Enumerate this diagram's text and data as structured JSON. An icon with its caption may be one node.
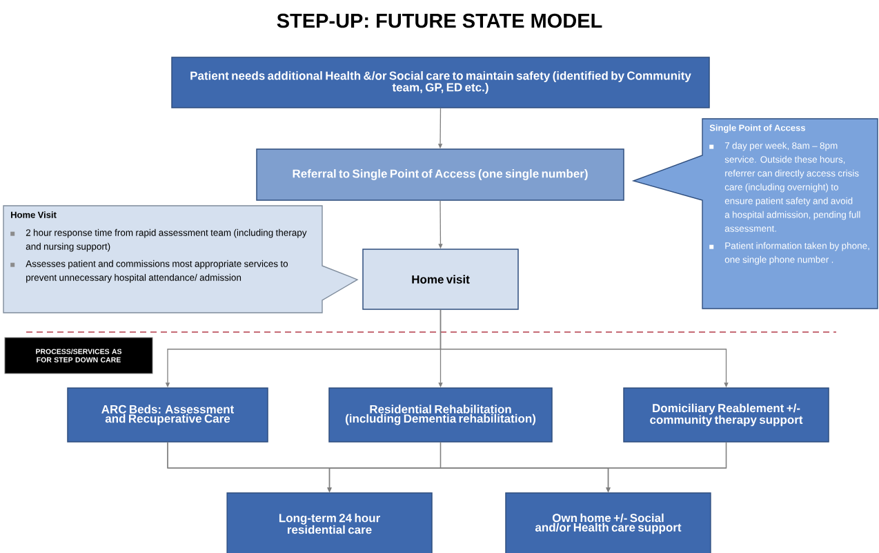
{
  "diagram": {
    "title": "STEP-UP: FUTURE STATE MODEL",
    "nodes": [
      {
        "text": [
          "Patient needs additional Health &/or Social care to maintain safety (identified by Community team, GP, ED etc.)"
        ]
      },
      {
        "text": [
          "Referral to Single Point of Access (one single number)"
        ]
      },
      {
        "text": [
          "Single Point of Access",
          "7 day per week, 8am – 8pm service. Outside these hours, referrer can directly access crisis care (including overnight) to ensure patient safety and avoid a hospital admission, pending full assessment.",
          "Patient information taken by phone, one single phone number ."
        ]
      },
      {
        "text": [
          "Home Visit",
          "2 hour response time from rapid assessment team (including therapy and nursing support)",
          "Assesses patient and commissions most appropriate services to prevent unnecessary hospital attendance/ admission"
        ]
      },
      {
        "text": [
          "Home visit"
        ]
      },
      {
        "text": [
          "PROCESS/SERVICES AS FOR STEP DOWN CARE"
        ]
      },
      {
        "text": [
          "ARC Beds: Assessment and Recuperative Care"
        ]
      },
      {
        "text": [
          "Residential Rehabilitation (including Dementia rehabilitation)"
        ]
      },
      {
        "text": [
          "Domiciliary Reablement +/- community therapy support"
        ]
      },
      {
        "text": [
          "Long-term 24 hour residential care"
        ]
      },
      {
        "text": [
          "Own home +/- Social and/or Health care support"
        ]
      }
    ],
    "edges": [
      {
        "from": 0,
        "to": 1,
        "arrow": "to"
      },
      {
        "from": 1,
        "to": 4,
        "arrow": "to"
      },
      {
        "from": 4,
        "to": 6,
        "arrow": "to"
      },
      {
        "from": 4,
        "to": 7,
        "arrow": "to"
      },
      {
        "from": 4,
        "to": 8,
        "arrow": "to"
      },
      {
        "from": 6,
        "to": 9,
        "arrow": "to"
      },
      {
        "from": 6,
        "to": 10,
        "arrow": "to"
      },
      {
        "from": 7,
        "to": 9,
        "arrow": "to"
      },
      {
        "from": 7,
        "to": 10,
        "arrow": "to"
      },
      {
        "from": 8,
        "to": 9,
        "arrow": "to"
      },
      {
        "from": 8,
        "to": 10,
        "arrow": "to"
      }
    ]
  }
}
